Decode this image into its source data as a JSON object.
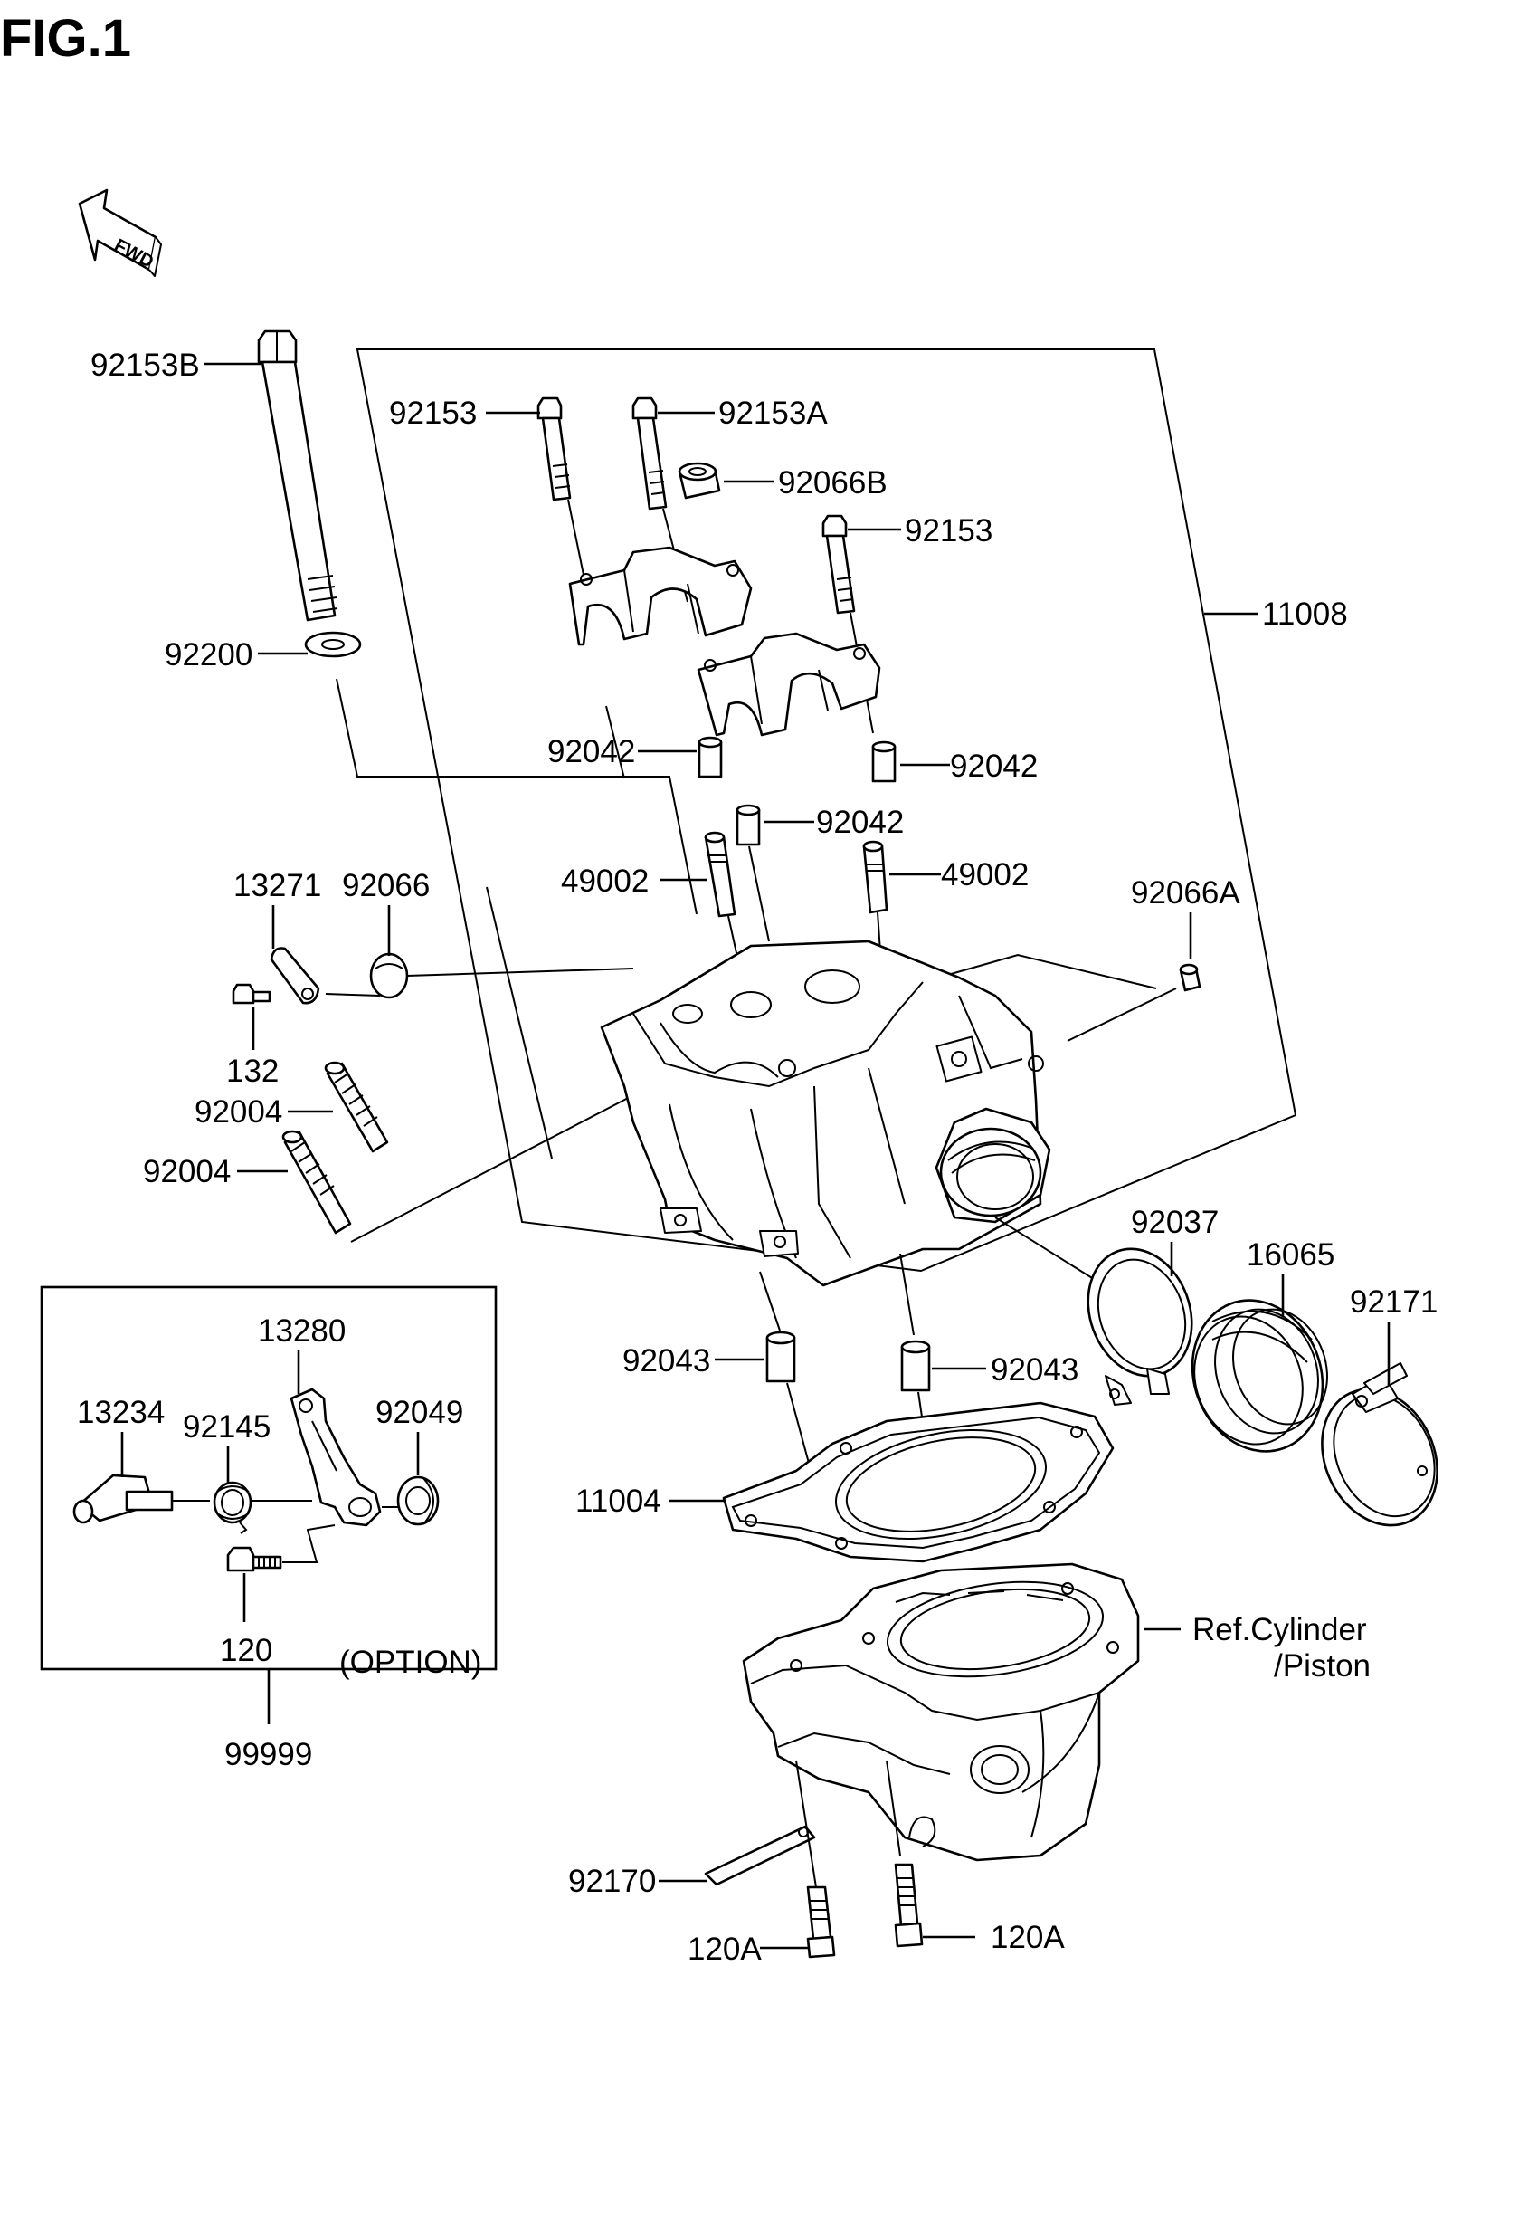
{
  "figure": {
    "title": "FIG.1"
  },
  "fwd_label": "FWD",
  "labels": {
    "p92153B": "92153B",
    "p92153_a": "92153",
    "p92153A": "92153A",
    "p92066B": "92066B",
    "p92153_b": "92153",
    "p11008": "11008",
    "p92200": "92200",
    "p92042_a": "92042",
    "p92042_b": "92042",
    "p92042_c": "92042",
    "p49002_a": "49002",
    "p49002_b": "49002",
    "p13271": "13271",
    "p92066": "92066",
    "p92066A": "92066A",
    "p132": "132",
    "p92004_a": "92004",
    "p92004_b": "92004",
    "p92037": "92037",
    "p16065": "16065",
    "p92171": "92171",
    "p13280": "13280",
    "p13234": "13234",
    "p92145": "92145",
    "p92049": "92049",
    "p120": "120",
    "option": "(OPTION)",
    "p99999": "99999",
    "p92043_a": "92043",
    "p92043_b": "92043",
    "p11004": "11004",
    "ref_line1": "Ref.Cylinder",
    "ref_line2": "/Piston",
    "p92170": "92170",
    "p120A_a": "120A",
    "p120A_b": "120A"
  }
}
